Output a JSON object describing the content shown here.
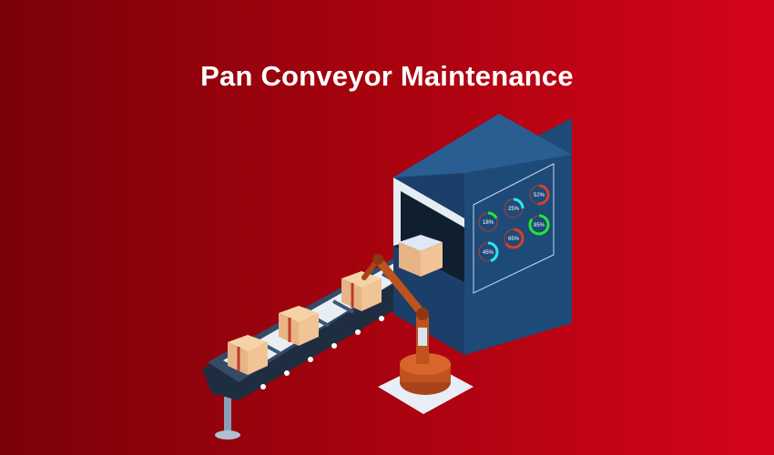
{
  "title": "Pan Conveyor Maintenance",
  "gauges": [
    {
      "label": "18%",
      "value": 18,
      "color": "#22e830"
    },
    {
      "label": "25%",
      "value": 25,
      "color": "#2ee6f0"
    },
    {
      "label": "52%",
      "value": 52,
      "color": "#d8402a"
    },
    {
      "label": "45%",
      "value": 45,
      "color": "#2ee6f0"
    },
    {
      "label": "65%",
      "value": 65,
      "color": "#d8402a"
    },
    {
      "label": "85%",
      "value": 85,
      "color": "#22e830"
    }
  ],
  "colors": {
    "background_left": "#7a0208",
    "background_right": "#d6041a",
    "machine": "#1e4a78",
    "robot_arm": "#c0521e"
  }
}
